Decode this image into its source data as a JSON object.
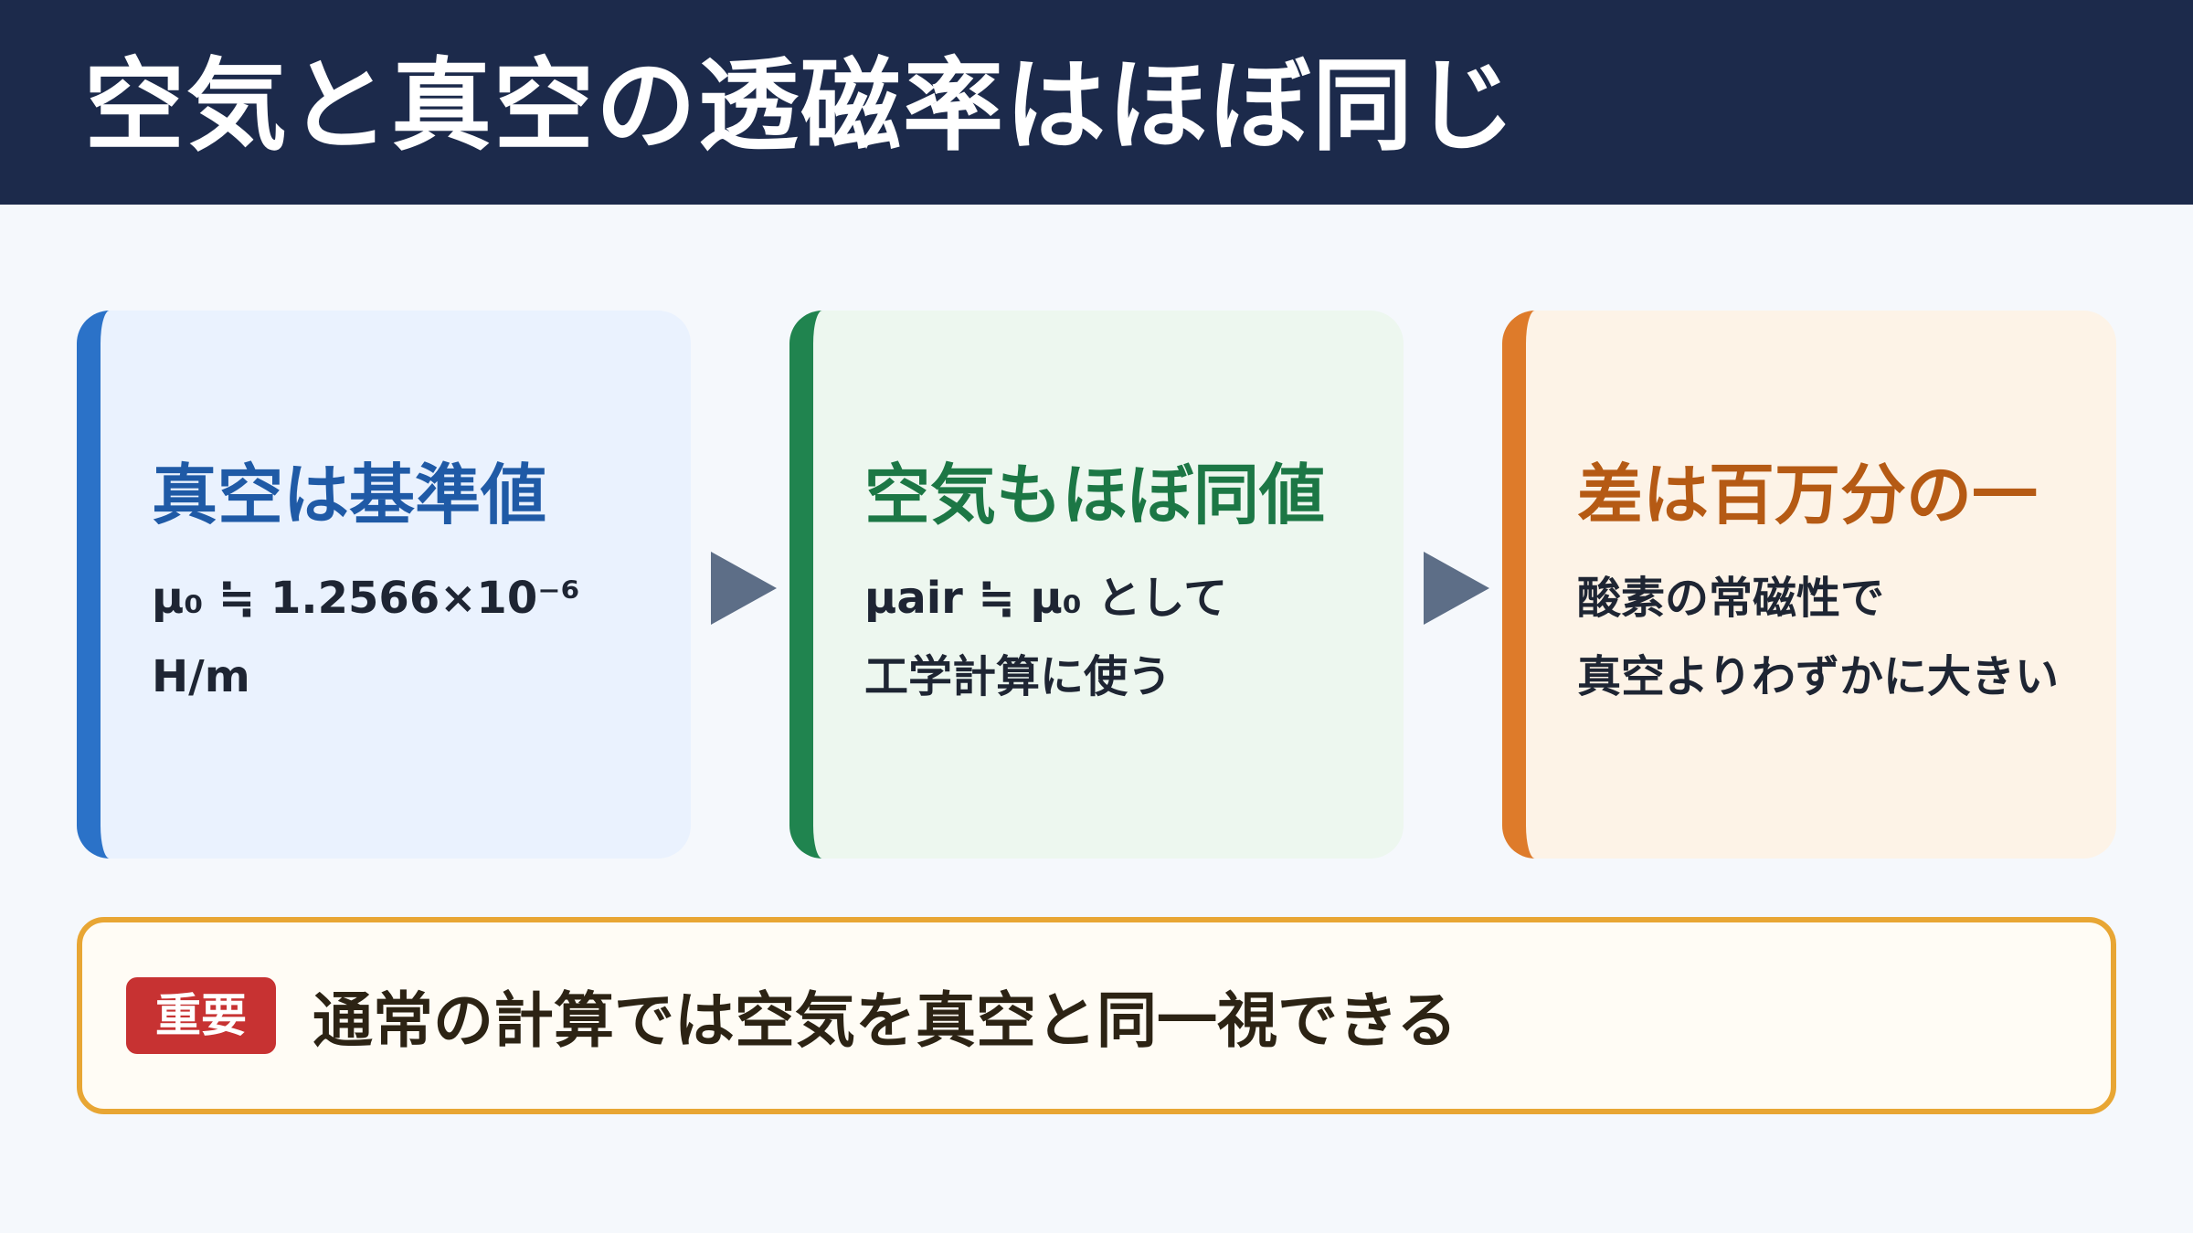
{
  "header": {
    "title": "空気と真空の透磁率はほぼ同じ",
    "bg_color": "#1c2a4b"
  },
  "cards": [
    {
      "title": "真空は基準値",
      "lines": [
        "μ₀ ≒ 1.2566×10⁻⁶",
        "H/m"
      ],
      "accent_color": "#2b72c8"
    },
    {
      "title": "空気もほぼ同値",
      "lines": [
        "μair ≒ μ₀ として",
        "工学計算に使う"
      ],
      "accent_color": "#20844f"
    },
    {
      "title": "差は百万分の一",
      "lines": [
        "酸素の常磁性で",
        "真空よりわずかに大きい"
      ],
      "accent_color": "#de7b2a"
    }
  ],
  "arrows": [
    "arrow-right-icon",
    "arrow-right-icon"
  ],
  "callout": {
    "badge": "重要",
    "text": "通常の計算では空気を真空と同一視できる",
    "badge_color": "#c73232",
    "border_color": "#e8a634"
  }
}
